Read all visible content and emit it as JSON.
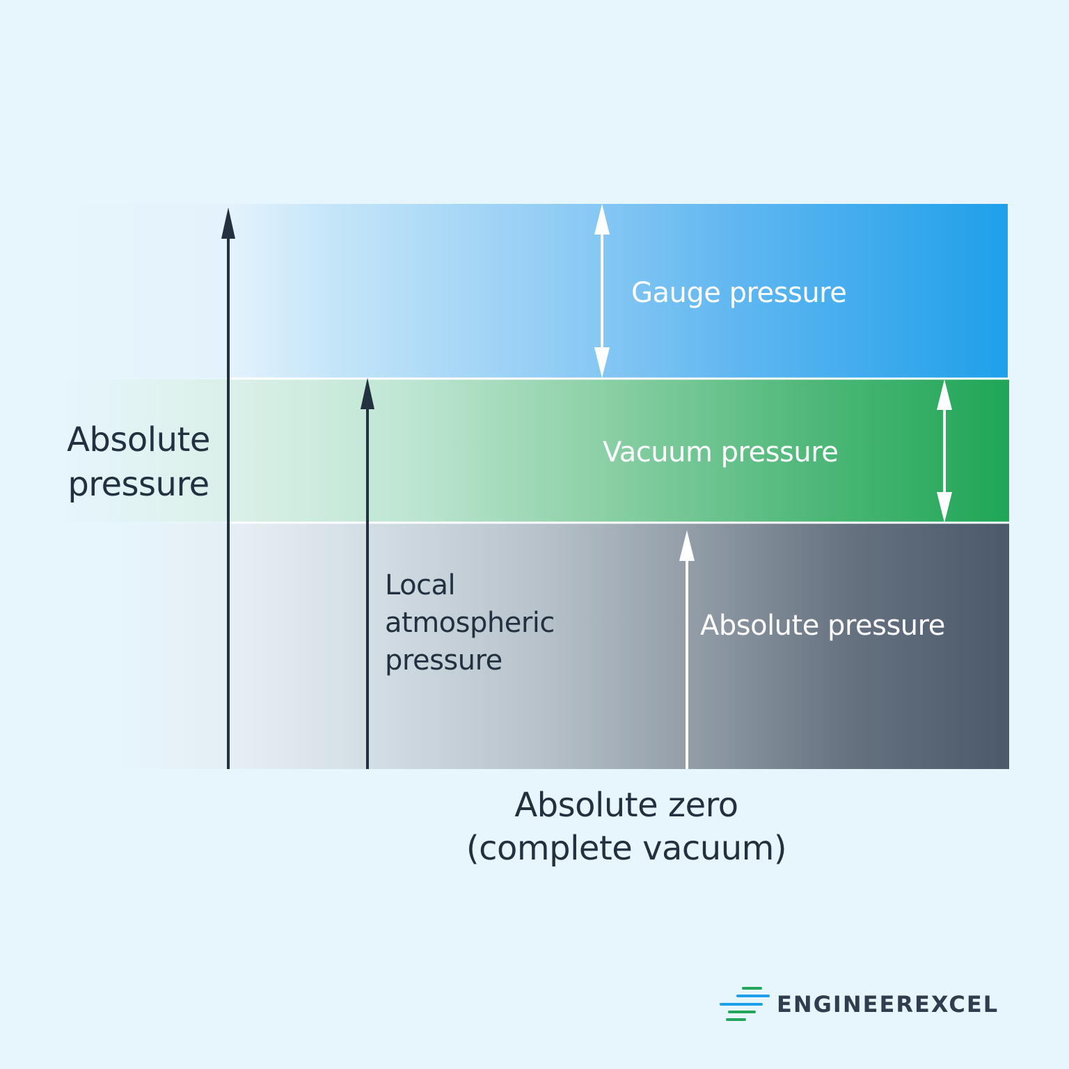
{
  "regions": {
    "gauge_label": "Gauge pressure",
    "vacuum_label": "Vacuum pressure",
    "absolute_label": "Absolute pressure"
  },
  "left_axis": {
    "line1": "Absolute",
    "line2": "pressure"
  },
  "local_atmospheric": {
    "line1": "Local",
    "line2": "atmospheric",
    "line3": "pressure"
  },
  "baseline": {
    "line1": "Absolute zero",
    "line2": "(complete vacuum)"
  },
  "logo": {
    "text": "ENGINEEREXCEL"
  },
  "colors": {
    "background": "#e7f5fc",
    "gauge": "#1fa0ea",
    "vacuum": "#1fa656",
    "absolute": "#4b596b",
    "text_dark": "#22303f"
  }
}
